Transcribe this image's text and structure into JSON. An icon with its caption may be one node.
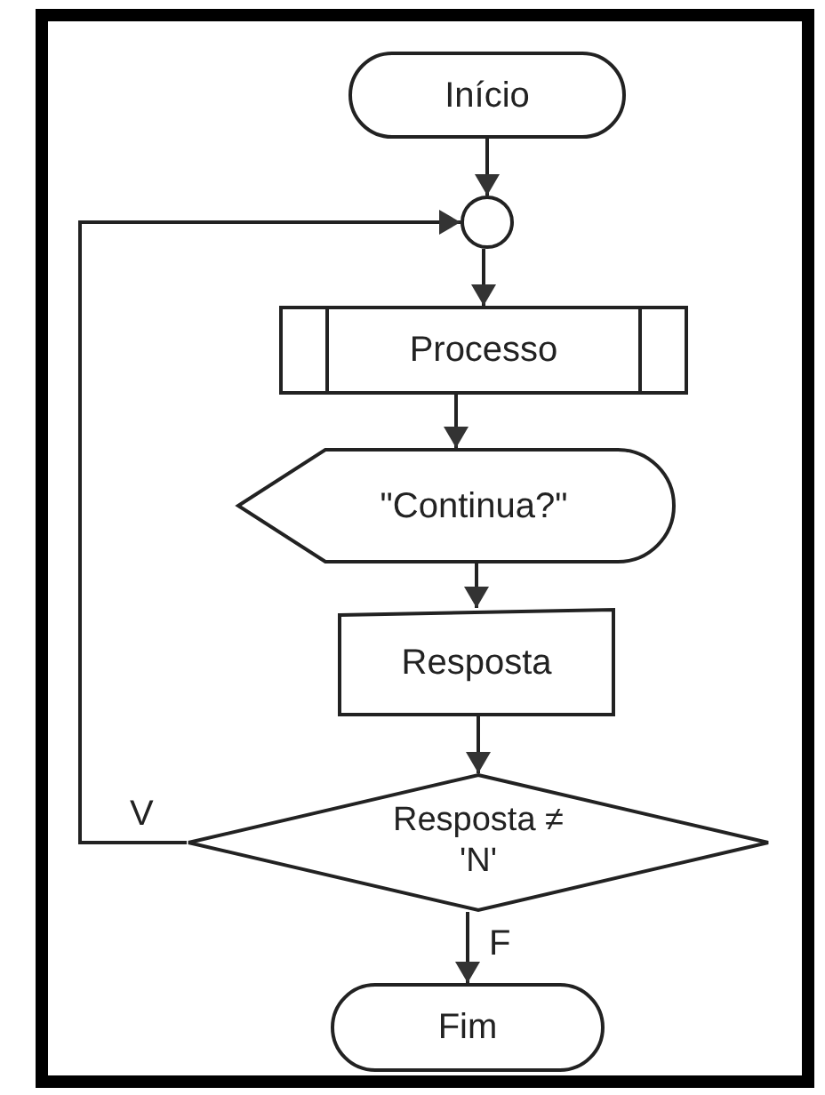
{
  "diagram": {
    "nodes": [
      {
        "text": [
          "Início"
        ]
      },
      {
        "text": [],
        "shape": "circle"
      },
      {
        "text": [
          "Processo"
        ]
      },
      {
        "text": [
          "\"Continua?\""
        ]
      },
      {
        "text": [
          "Resposta"
        ]
      },
      {
        "text": [
          "Resposta ≠ 'N'"
        ]
      },
      {
        "text": [
          "Fim"
        ]
      }
    ],
    "edges": [
      {
        "from": 0,
        "to": 1,
        "arrow": "to"
      },
      {
        "from": 1,
        "to": 2,
        "arrow": "to"
      },
      {
        "from": 2,
        "to": 3,
        "arrow": "to"
      },
      {
        "from": 3,
        "to": 4,
        "arrow": "to"
      },
      {
        "from": 4,
        "to": 5,
        "arrow": "to"
      },
      {
        "from": 5,
        "to": 6,
        "arrow": "to",
        "label": "F"
      },
      {
        "from": 5,
        "to": 1,
        "arrow": "to",
        "label": "V"
      }
    ]
  }
}
